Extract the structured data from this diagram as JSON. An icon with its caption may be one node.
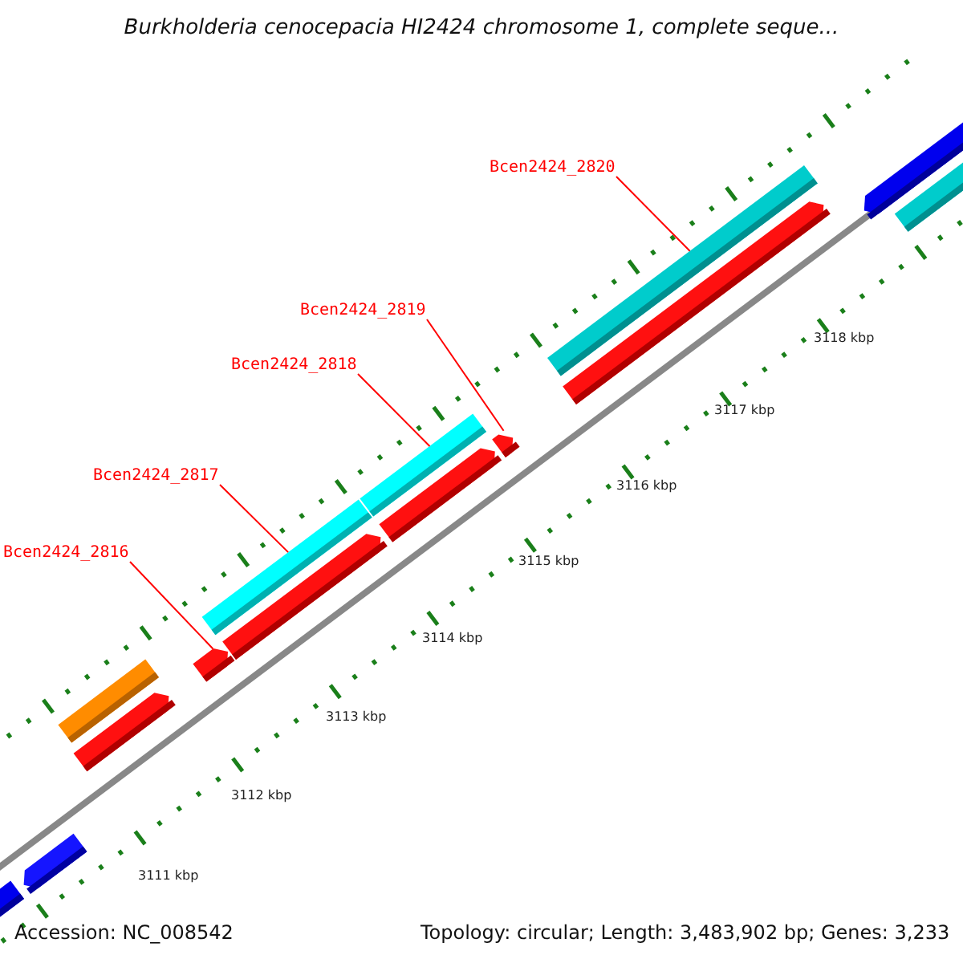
{
  "diagram": {
    "title": "Burkholderia cenocepacia HI2424 chromosome 1, complete seque...",
    "nodes": [
      {
        "text": [
          "Bcen2424_2820"
        ]
      },
      {
        "text": [
          "Bcen2424_2819"
        ]
      },
      {
        "text": [
          "Bcen2424_2818"
        ]
      },
      {
        "text": [
          "Bcen2424_2817"
        ]
      },
      {
        "text": [
          "Bcen2424_2816"
        ]
      },
      {
        "text": [],
        "shape": "pentagon"
      },
      {
        "text": [],
        "shape": "pentagon"
      },
      {
        "text": [],
        "shape": "bar"
      },
      {
        "text": [],
        "shape": "pentagon"
      },
      {
        "text": [],
        "shape": "pentagon"
      },
      {
        "text": [],
        "shape": "bar"
      },
      {
        "text": [],
        "shape": "pentagon"
      },
      {
        "text": [],
        "shape": "bar"
      },
      {
        "text": [],
        "shape": "pentagon"
      },
      {
        "text": [],
        "shape": "pentagon"
      },
      {
        "text": [],
        "shape": "bar"
      },
      {
        "text": [],
        "shape": "pentagon"
      },
      {
        "text": [],
        "shape": "pentagon"
      },
      {
        "text": [],
        "shape": "bar"
      }
    ],
    "edges": [
      {
        "from": 0,
        "to": 15,
        "arrow": "none"
      },
      {
        "from": 1,
        "to": 14,
        "arrow": "none"
      },
      {
        "from": 2,
        "to": 12,
        "arrow": "none"
      },
      {
        "from": 3,
        "to": 10,
        "arrow": "none"
      },
      {
        "from": 4,
        "to": 9,
        "arrow": "none"
      }
    ],
    "labels": [
      "3118 kbp",
      "3117 kbp",
      "3116 kbp",
      "3115 kbp",
      "3114 kbp",
      "3113 kbp",
      "3112 kbp",
      "3111 kbp",
      "Accession: NC_008542",
      "Topology: circular; Length: 3,483,902 bp; Genes: 3,233"
    ]
  }
}
